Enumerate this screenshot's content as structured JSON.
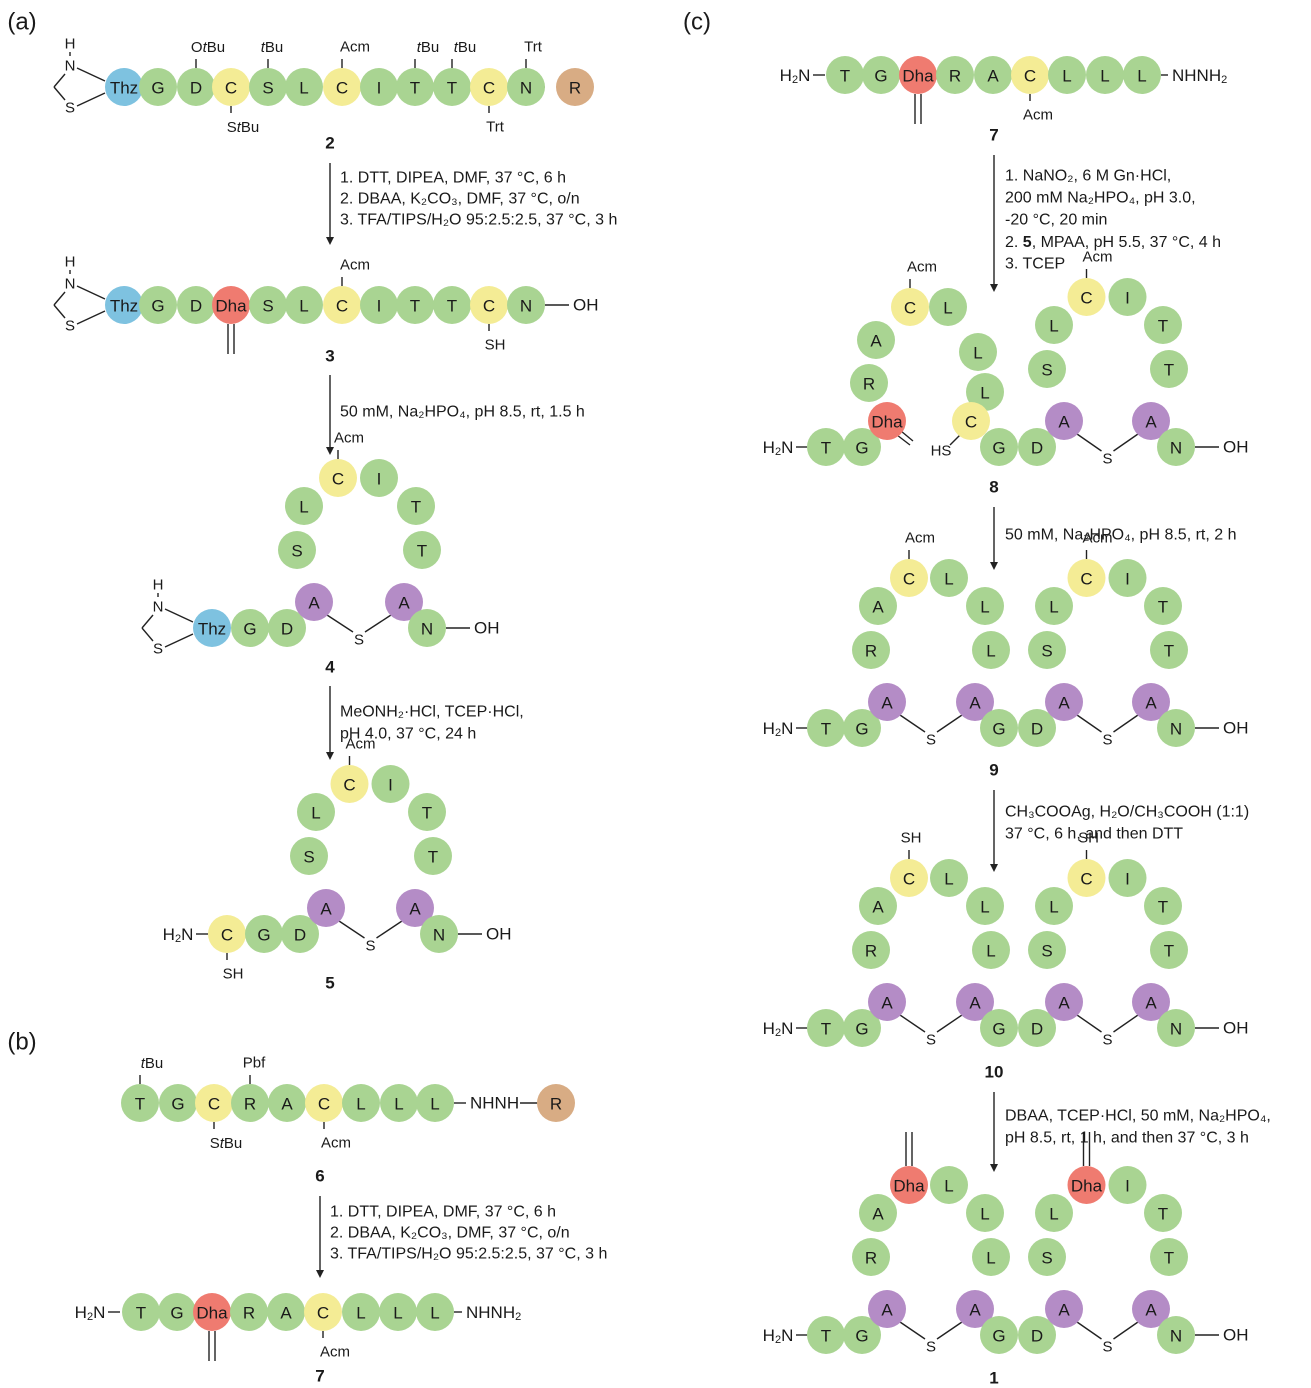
{
  "palette": {
    "G": "#a9d492",
    "D": "#a9d492",
    "S": "#a9d492",
    "L": "#a9d492",
    "I": "#a9d492",
    "T": "#a9d492",
    "N": "#a9d492",
    "A": "#a9d492",
    "R": "#a9d492",
    "C": "#f4ec95",
    "Thz": "#7ec2e0",
    "Dha": "#ef7b70",
    "Lan": "#b48cc6",
    "Rgrp": "#d8ac84"
  },
  "panels": {
    "a": "(a)",
    "b": "(b)",
    "c": "(c)"
  },
  "labels": {
    "H": "H",
    "N": "N",
    "S": "S",
    "H2N_main": "H",
    "H2N_sub": "2",
    "H2N_tail": "N",
    "OH": "OH",
    "SH": "SH",
    "HS": "HS",
    "Acm": "Acm",
    "Trt": "Trt",
    "Pbf": "Pbf",
    "StBu_S": "S",
    "StBu_t": "t",
    "StBu_Bu": "Bu",
    "OtBu_O": "O",
    "OtBu_t": "t",
    "OtBu_Bu": "Bu",
    "tBu_t": "t",
    "tBu_Bu": "Bu",
    "NHNH": "NHNH",
    "NHNH2_main": "NHNH",
    "NHNH2_sub": "2"
  },
  "compounds": {
    "c2": "2",
    "c3": "3",
    "c4": "4",
    "c5": "5",
    "c6": "6",
    "c7b": "7",
    "c7c": "7",
    "c8": "8",
    "c9": "9",
    "c10": "10",
    "c1": "1"
  },
  "conditions": {
    "a1": [
      "1. DTT, DIPEA, DMF, 37 °C, 6 h",
      "2. DBAA, K₂CO₃, DMF, 37 °C, o/n",
      "3. TFA/TIPS/H₂O 95:2.5:2.5, 37 °C, 3 h"
    ],
    "a2": [
      "50 mM, Na₂HPO₄, pH 8.5, rt, 1.5 h"
    ],
    "a3": [
      "MeONH₂·HCl, TCEP·HCl,",
      "pH 4.0, 37 °C, 24 h"
    ],
    "b1": [
      "1. DTT, DIPEA, DMF, 37 °C, 6 h",
      "2. DBAA, K₂CO₃, DMF, 37 °C, o/n",
      "3. TFA/TIPS/H₂O 95:2.5:2.5, 37 °C, 3 h"
    ],
    "c1": [
      "1. NaNO₂, 6 M Gn·HCl,",
      "200 mM Na₂HPO₄, pH 3.0,",
      "-20 °C, 20 min"
    ],
    "c1b": [
      "2. ",
      "5",
      ", MPAA, pH 5.5, 37 °C, 4 h"
    ],
    "c1c": [
      "3. TCEP"
    ],
    "c2": [
      "50 mM, Na₂HPO₄, pH 8.5, rt, 2 h"
    ],
    "c3": [
      "CH₃COOAg, H₂O/CH₃COOH (1:1)",
      "37 °C, 6 h, and then DTT"
    ],
    "c4": [
      "DBAA, TCEP·HCl, 50 mM, Na₂HPO₄,",
      "pH 8.5, rt, 1 h, and then 37 °C, 3 h"
    ]
  },
  "residues": {
    "G": "G",
    "D": "D",
    "C": "C",
    "S": "S",
    "L": "L",
    "I": "I",
    "T": "T",
    "N": "N",
    "A": "A",
    "R": "R",
    "Thz": "Thz",
    "Dha": "Dha"
  }
}
